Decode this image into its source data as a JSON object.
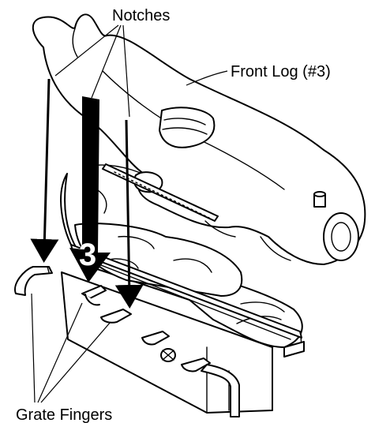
{
  "labels": {
    "notches": "Notches",
    "front_log": "Front Log (#3)",
    "grate_fingers": "Grate Fingers",
    "log_number": "3"
  },
  "colors": {
    "line": "#000000",
    "background": "#ffffff"
  }
}
